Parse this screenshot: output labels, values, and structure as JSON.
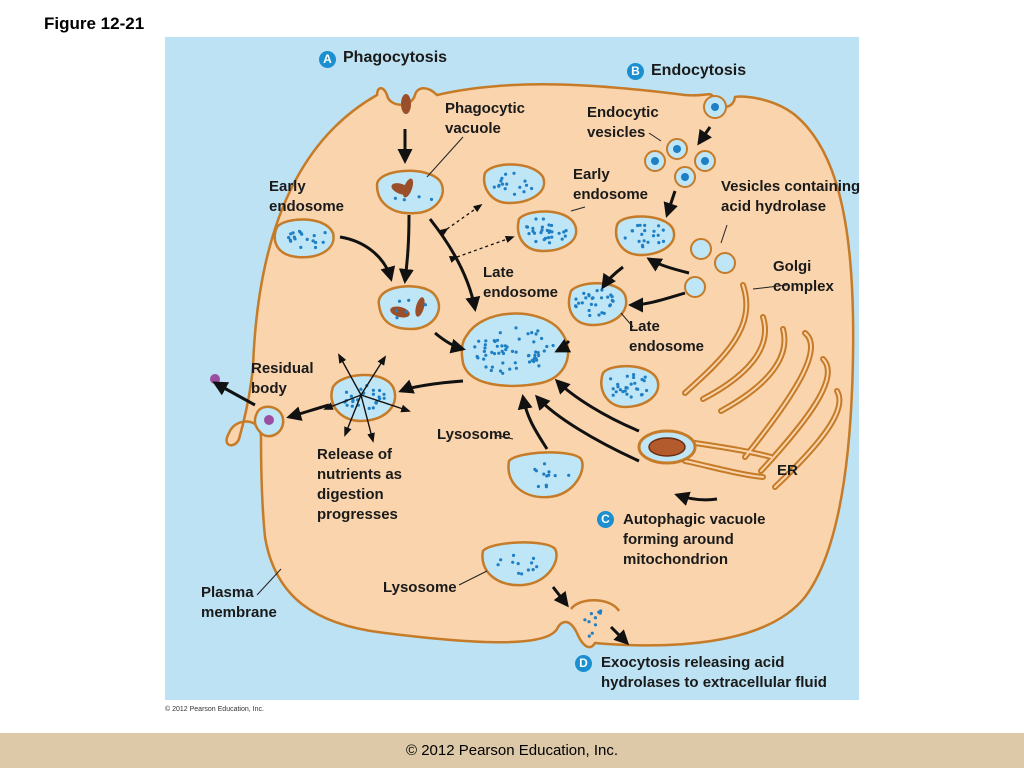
{
  "figure_title": "Figure 12-21",
  "diagram": {
    "sections": [
      {
        "badge": "A",
        "title": "Phagocytosis"
      },
      {
        "badge": "B",
        "title": "Endocytosis"
      },
      {
        "badge": "C",
        "title": "Autophagic vacuole forming around mitochondrion"
      },
      {
        "badge": "D",
        "title": "Exocytosis releasing acid hydrolases to extracellular fluid"
      }
    ],
    "labels": {
      "phagocytic_vacuole": "Phagocytic vacuole",
      "early_endosome_left": "Early endosome",
      "early_endosome_mid": "Early endosome",
      "endocytic_vesicles": "Endocytic vesicles",
      "vesicles_acid_hydrolase": "Vesicles containing acid hydrolase",
      "golgi_complex": "Golgi complex",
      "late_endosome_mid": "Late endosome",
      "late_endosome_right": "Late endosome",
      "residual_body": "Residual body",
      "release_nutrients": "Release of nutrients as digestion progresses",
      "lysosome_upper": "Lysosome",
      "lysosome_lower": "Lysosome",
      "er": "ER",
      "plasma_membrane": "Plasma membrane"
    },
    "panel_copyright": "© 2012 Pearson Education, Inc.",
    "colors": {
      "extracellular": "#bde2f4",
      "cytoplasm": "#f9d4ad",
      "membrane": "#c57b27",
      "vesicle_fill": "#bfe6f7",
      "dots": "#1f7fc4",
      "badge": "#1b8fd0",
      "bacterium": "#9a4f2a",
      "residue": "#9b4fa3"
    }
  },
  "footer": {
    "text": "© 2012 Pearson Education, Inc."
  }
}
